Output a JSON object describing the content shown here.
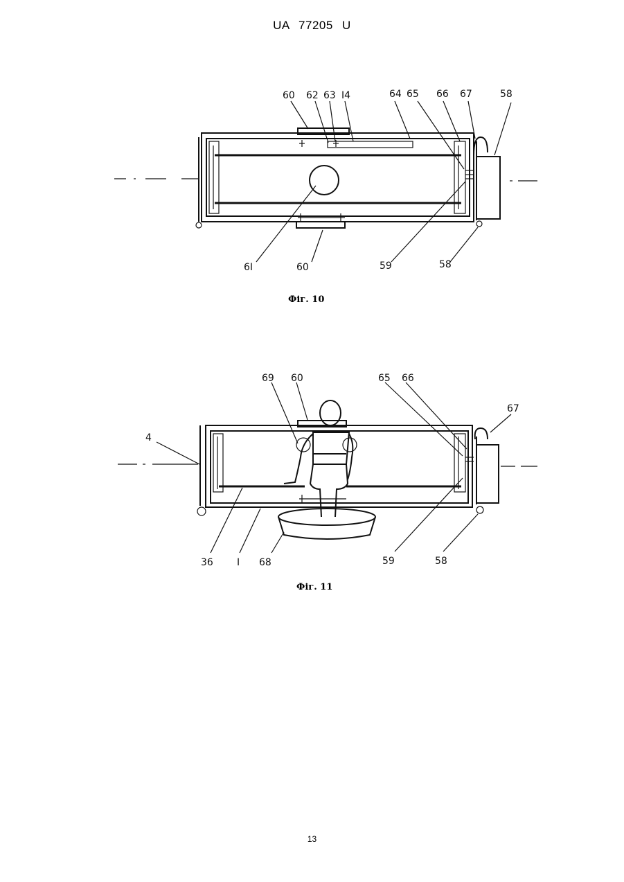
{
  "header": "UA   77205   U",
  "page_number": "13",
  "figures": [
    {
      "caption": "Фіг. 10",
      "labels": {
        "l60a": "60",
        "l62": "62",
        "l63": "63",
        "l14": "I4",
        "l64": "64",
        "l65": "65",
        "l66": "66",
        "l67": "67",
        "l58a": "58",
        "l61": "6I",
        "l60b": "60",
        "l59": "59",
        "l58b": "58"
      }
    },
    {
      "caption": "Фіг. 11",
      "labels": {
        "l69": "69",
        "l60": "60",
        "l65": "65",
        "l66": "66",
        "l67": "67",
        "l4": "4",
        "l36": "36",
        "l1": "I",
        "l68": "68",
        "l59": "59",
        "l58": "58"
      }
    }
  ]
}
